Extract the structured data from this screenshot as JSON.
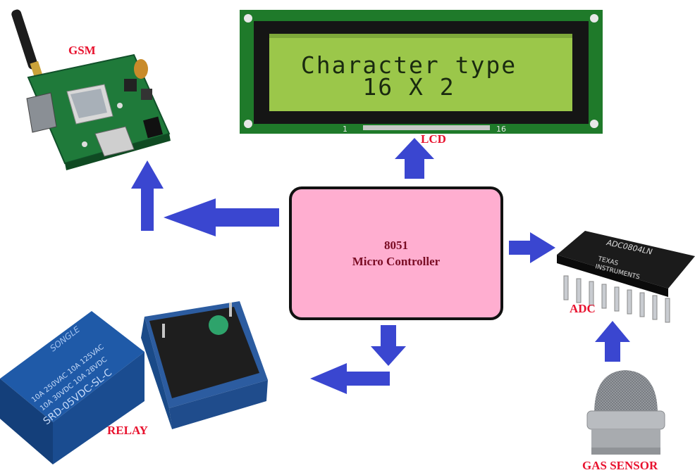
{
  "colors": {
    "arrow": "#3a46d0",
    "label": "#e8122e",
    "mcu_fill": "#ffaed0",
    "mcu_text": "#7a0c24",
    "lcd_screen": "#9bc74a"
  },
  "mcu": {
    "line1": "8051",
    "line2": "Micro Controller"
  },
  "labels": {
    "gsm": "GSM",
    "lcd": "LCD",
    "adc": "ADC",
    "relay": "RELAY",
    "gas_sensor": "GAS SENSOR"
  },
  "lcd": {
    "line1": "Character type",
    "line2": "16 X 2",
    "pin_first": "1",
    "pin_last": "16"
  },
  "adc_chip": {
    "part": "ADC0804LN",
    "brand1": "TEXAS",
    "brand2": "INSTRUMENTS"
  },
  "relay": {
    "brand": "SONGLE",
    "model": "SRD-05VDC-SL-C",
    "rating1": "10A 250VAC  10A 125VAC",
    "rating2": "10A 30VDC  10A 28VDC"
  },
  "icons": [
    "gsm-module-image",
    "lcd-module-image",
    "adc-chip-image",
    "relay-image",
    "gas-sensor-image"
  ]
}
